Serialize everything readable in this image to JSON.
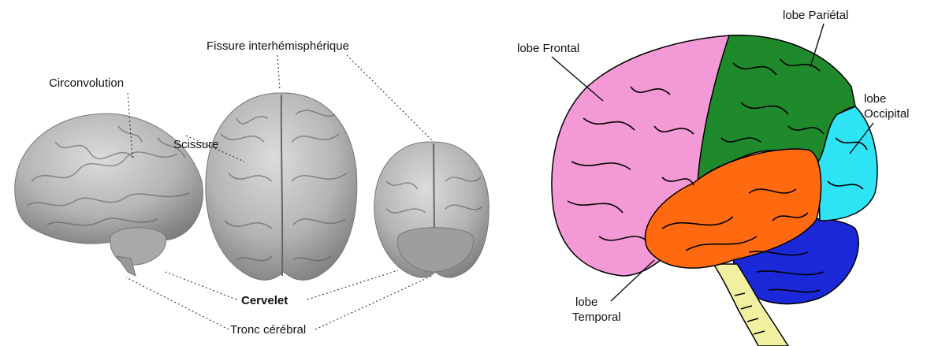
{
  "labels": {
    "fissure": "Fissure interhémisphérique",
    "circonvolution": "Circonvolution",
    "scissure": "Scissure",
    "cervelet": "Cervelet",
    "tronc": "Tronc cérébral",
    "lobe_frontal": "lobe Frontal",
    "lobe_parietal": "lobe Pariétal",
    "lobe_occipital_1": "lobe",
    "lobe_occipital_2": "Occipital",
    "lobe_temporal_1": "lobe",
    "lobe_temporal_2": "Temporal"
  },
  "colors": {
    "brain_gray": "#b9b9b9",
    "frontal": "#f39ad6",
    "parietal": "#1f8a2c",
    "occipital": "#2ee3f3",
    "temporal": "#ff6a10",
    "cerebellum": "#1a28d8",
    "brainstem": "#f0f0a0"
  }
}
